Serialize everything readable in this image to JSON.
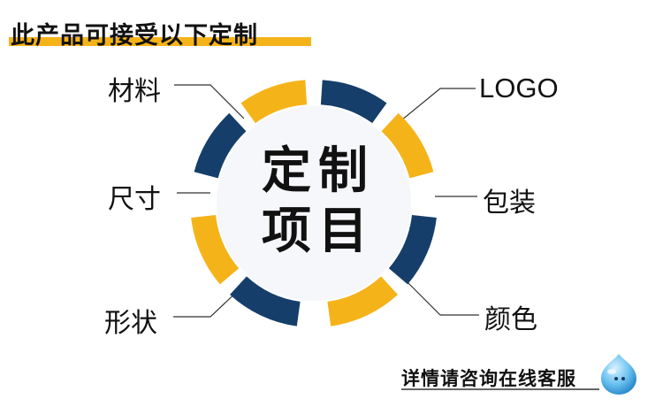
{
  "title": "此产品可接受以下定制",
  "center": {
    "line1": "定制",
    "line2": "项目"
  },
  "options": {
    "material": "材料",
    "size": "尺寸",
    "shape": "形状",
    "logo": "LOGO",
    "packaging": "包装",
    "color": "颜色"
  },
  "footer": {
    "text": "详情请咨询在线客服",
    "icon": "chat-bubble-icon"
  },
  "colors": {
    "accent_yellow": "#f5b31a",
    "accent_navy": "#153e6a",
    "inner_bg": "#f6f7fb"
  }
}
